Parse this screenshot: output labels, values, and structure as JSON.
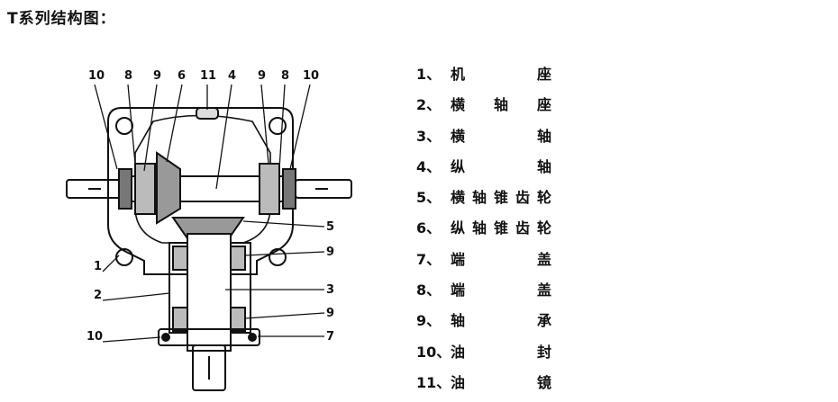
{
  "title": "T系列结构图：",
  "callouts": {
    "top": [
      "10",
      "8",
      "9",
      "6",
      "11",
      "4",
      "9",
      "8",
      "10"
    ],
    "right": [
      "5",
      "9",
      "3",
      "9",
      "7"
    ],
    "left": [
      "1",
      "2",
      "10"
    ]
  },
  "legend": [
    {
      "num": "1、",
      "chars": [
        "机",
        "座"
      ]
    },
    {
      "num": "2、",
      "chars": [
        "横",
        "轴",
        "座"
      ]
    },
    {
      "num": "3、",
      "chars": [
        "横",
        "轴"
      ]
    },
    {
      "num": "4、",
      "chars": [
        "纵",
        "轴"
      ]
    },
    {
      "num": "5、",
      "chars": [
        "横",
        "轴",
        "锥",
        "齿",
        "轮"
      ]
    },
    {
      "num": "6、",
      "chars": [
        "纵",
        "轴",
        "锥",
        "齿",
        "轮"
      ]
    },
    {
      "num": "7、",
      "chars": [
        "端",
        "盖"
      ]
    },
    {
      "num": "8、",
      "chars": [
        "端",
        "盖"
      ]
    },
    {
      "num": "9、",
      "chars": [
        "轴",
        "承"
      ]
    },
    {
      "num": "10、",
      "chars": [
        "油",
        "封"
      ]
    },
    {
      "num": "11、",
      "chars": [
        "油",
        "镜"
      ]
    }
  ]
}
